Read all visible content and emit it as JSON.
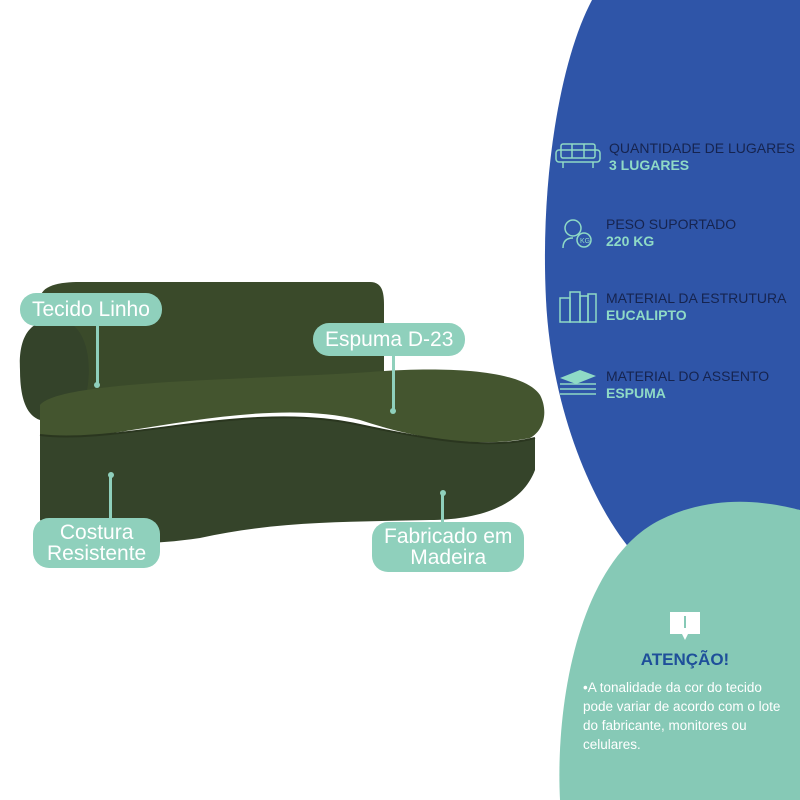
{
  "specs": [
    {
      "icon": "sofa-icon",
      "label": "QUANTIDADE DE LUGARES",
      "value": "3 LUGARES"
    },
    {
      "icon": "weight-icon",
      "label": "PESO SUPORTADO",
      "value": "220 KG"
    },
    {
      "icon": "wood-planks-icon",
      "label": "MATERIAL DA ESTRUTURA",
      "value": "EUCALIPTO"
    },
    {
      "icon": "foam-layers-icon",
      "label": "MATERIAL DO ASSENTO",
      "value": "ESPUMA"
    }
  ],
  "callouts": {
    "fabric": "Tecido Linho",
    "foam": "Espuma D-23",
    "seam_1": "Costura",
    "seam_2": "Resistente",
    "wood_1": "Fabricado em",
    "wood_2": "Madeira"
  },
  "warning": {
    "title": "ATENÇÃO!",
    "bullet": "•",
    "text": "A tonalidade da cor do tecido pode variar de acordo com o lote do fabricante, monitores ou celulares."
  },
  "colors": {
    "blue": "#2f55a8",
    "teal": "#86c9b6",
    "sofa": "#3b4a2b"
  }
}
